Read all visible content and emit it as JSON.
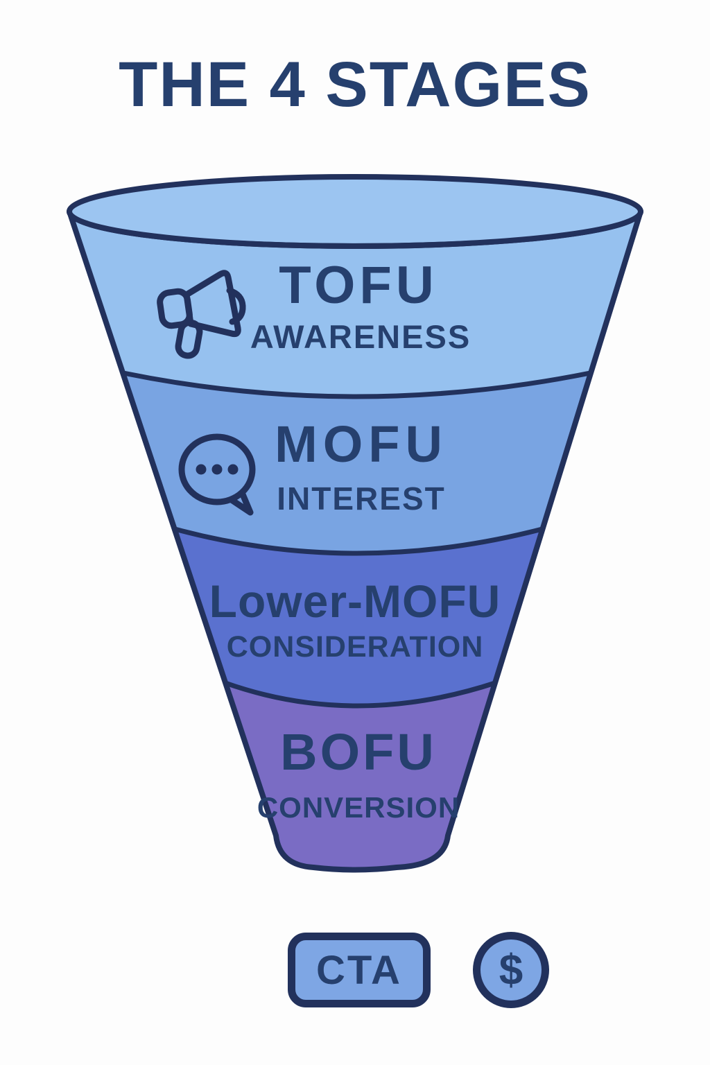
{
  "title": "THE 4 STAGES",
  "funnel": {
    "stages": [
      {
        "name": "TOFU",
        "label": "AWARENESS",
        "icon": "megaphone-icon",
        "color": "#96c1ef"
      },
      {
        "name": "MOFU",
        "label": "INTEREST",
        "icon": "chat-bubble-icon",
        "color": "#79a4e2"
      },
      {
        "name": "Lower-MOFU",
        "label": "CONSIDERATION",
        "icon": "",
        "color": "#5a71cf"
      },
      {
        "name": "BOFU",
        "label": "CONVERSION",
        "icon": "",
        "color": "#7a6cc4"
      }
    ]
  },
  "footer": {
    "cta_label": "CTA",
    "currency_symbol": "$"
  },
  "colors": {
    "background": "#fdfdfd",
    "outline": "#22315c",
    "text": "#26406e",
    "rim_fill": "#9cc5f1",
    "button_fill": "#7ea6e4"
  }
}
